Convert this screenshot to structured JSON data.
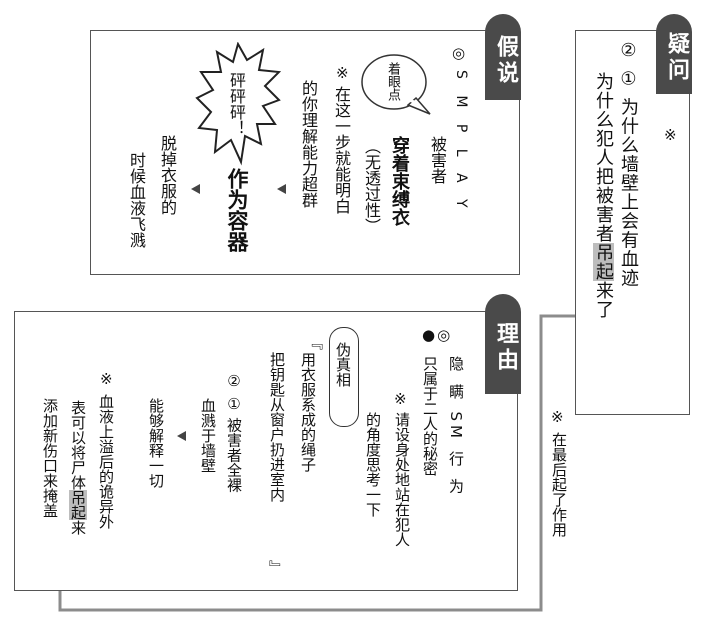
{
  "question": {
    "tab": "疑问",
    "item1": "② ① 为什么墙壁上会有血迹",
    "item2_pre": "为什么犯人把被害者",
    "item2_hl": "吊起",
    "item2_post": "来了",
    "mark": "※"
  },
  "hypothesis": {
    "tab": "假说",
    "smplay_mark": "◎",
    "smplay": "S M P L A Y",
    "victim_label": "被害者",
    "main_pre": "穿着束缚衣",
    "main_paren": "（无透过性）",
    "bubble": "着眼点",
    "note_mark": "※",
    "note_line1": "在这一步就能明白",
    "note_line2": "的你理解能力超群",
    "burst": "砰砰砰！",
    "container": "作为容器",
    "result_line1": "脱掉衣服的",
    "result_line2": "时候血液飞溅"
  },
  "reason": {
    "tab": "理由",
    "bullet1_mark": "●◎",
    "bullet1_line1": "隐 瞒 SM 行 为",
    "bullet1_line2": "只属于二人的秘密",
    "note_mark": "※",
    "note_line1": "请设身处地站在犯人",
    "note_line2": "的角度思考一下",
    "fake_label": "伪真相",
    "fake_open": "『",
    "fake_line1": "用衣服系成的绳子",
    "fake_line2": "把钥匙从窗户扔进室内",
    "fake_close": "』",
    "list1": "② ① 被害者全裸",
    "list2": "血溅于墙壁",
    "explain": "能够解释一切",
    "blood_mark": "※",
    "blood_line1": "血液上溢后的诡异外",
    "blood_line2_pre": "表可以将尸体",
    "blood_line2_hl": "吊起",
    "blood_line2_post": "来",
    "blood_line3": "添加新伤口来掩盖"
  },
  "side_note": {
    "mark": "※",
    "text": "在最后起了作用"
  }
}
